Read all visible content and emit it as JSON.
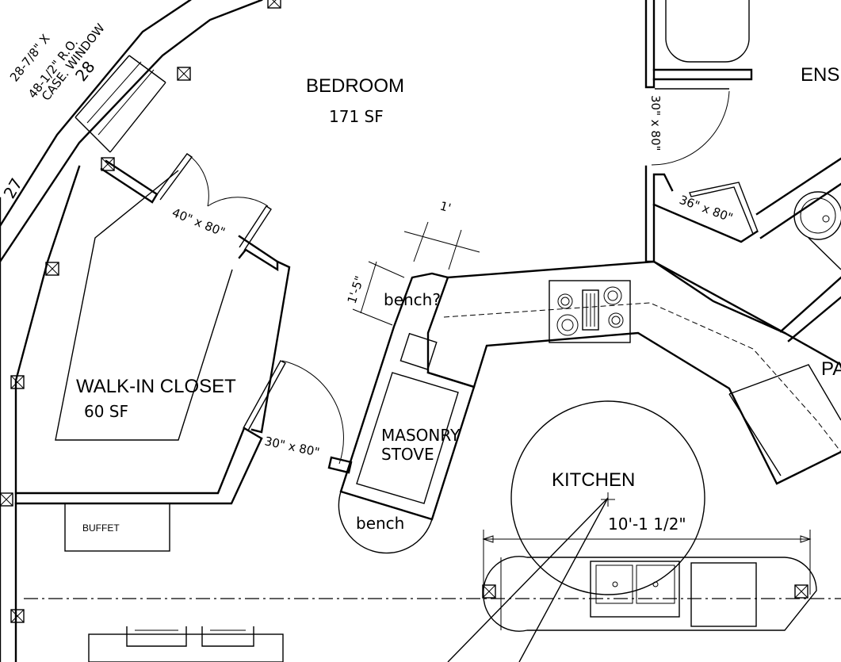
{
  "rooms": {
    "bedroom": {
      "name": "BEDROOM",
      "area": "171 SF"
    },
    "closet": {
      "name": "WALK-IN CLOSET",
      "area": "60 SF"
    },
    "kitchen": {
      "name": "KITCHEN"
    },
    "ensuite_partial": "ENS",
    "pantry_partial": "PA"
  },
  "labels": {
    "window_line1": "28-7/8\" X",
    "window_line2": "48-1/2\" R.O.",
    "window_line3": "CASE. WINDOW",
    "window_number": "28",
    "wall_segment": "27",
    "door_closet": "40\" x 80\"",
    "door_closet2": "30\" x 80\"",
    "door_ensuite": "30\" x 80\"",
    "door_bath": "36\" x 80\"",
    "bench_top": "bench?",
    "bench_bottom": "bench",
    "stove_line1": "MASONRY",
    "stove_line2": "STOVE",
    "buffet": "BUFFET",
    "dim_one_foot": "1'",
    "dim_bench_depth": "1'-5\"",
    "dim_kitchen": "10'-1 1/2\""
  }
}
